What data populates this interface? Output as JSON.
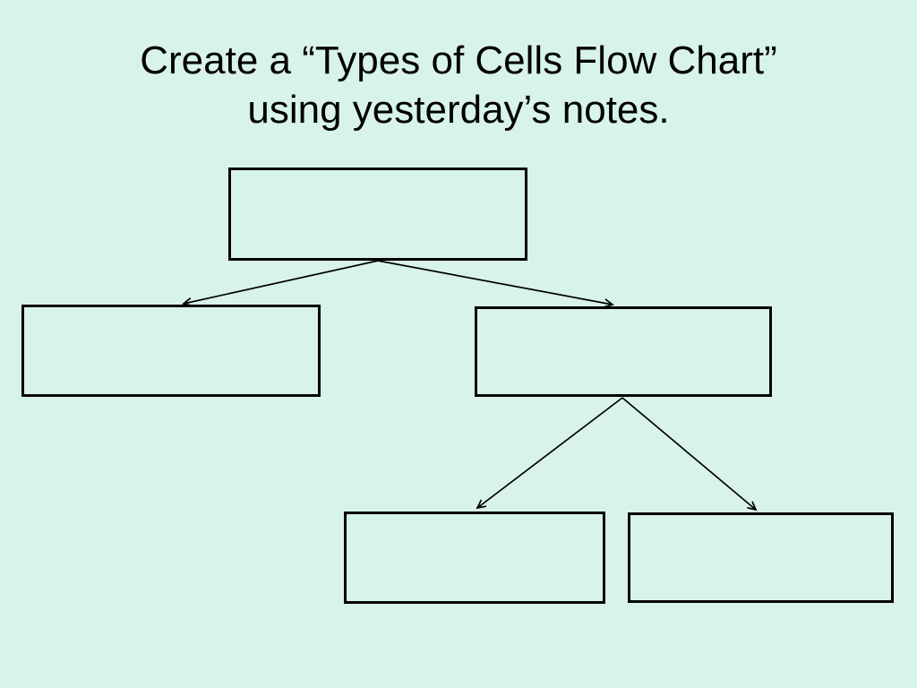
{
  "slide": {
    "title": {
      "line1": "Create a “Types of Cells Flow Chart”",
      "line2": "using yesterday’s notes."
    },
    "background_color": "#d8f3ec",
    "line_color": "#000000",
    "text_color": "#000000"
  },
  "flowchart": {
    "nodes": [
      {
        "id": "root",
        "label": ""
      },
      {
        "id": "child-left",
        "label": ""
      },
      {
        "id": "child-right",
        "label": ""
      },
      {
        "id": "grandchild-left",
        "label": ""
      },
      {
        "id": "grandchild-right",
        "label": ""
      }
    ],
    "edges": [
      {
        "from": "root",
        "to": "child-left"
      },
      {
        "from": "root",
        "to": "child-right"
      },
      {
        "from": "child-right",
        "to": "grandchild-left"
      },
      {
        "from": "child-right",
        "to": "grandchild-right"
      }
    ]
  }
}
